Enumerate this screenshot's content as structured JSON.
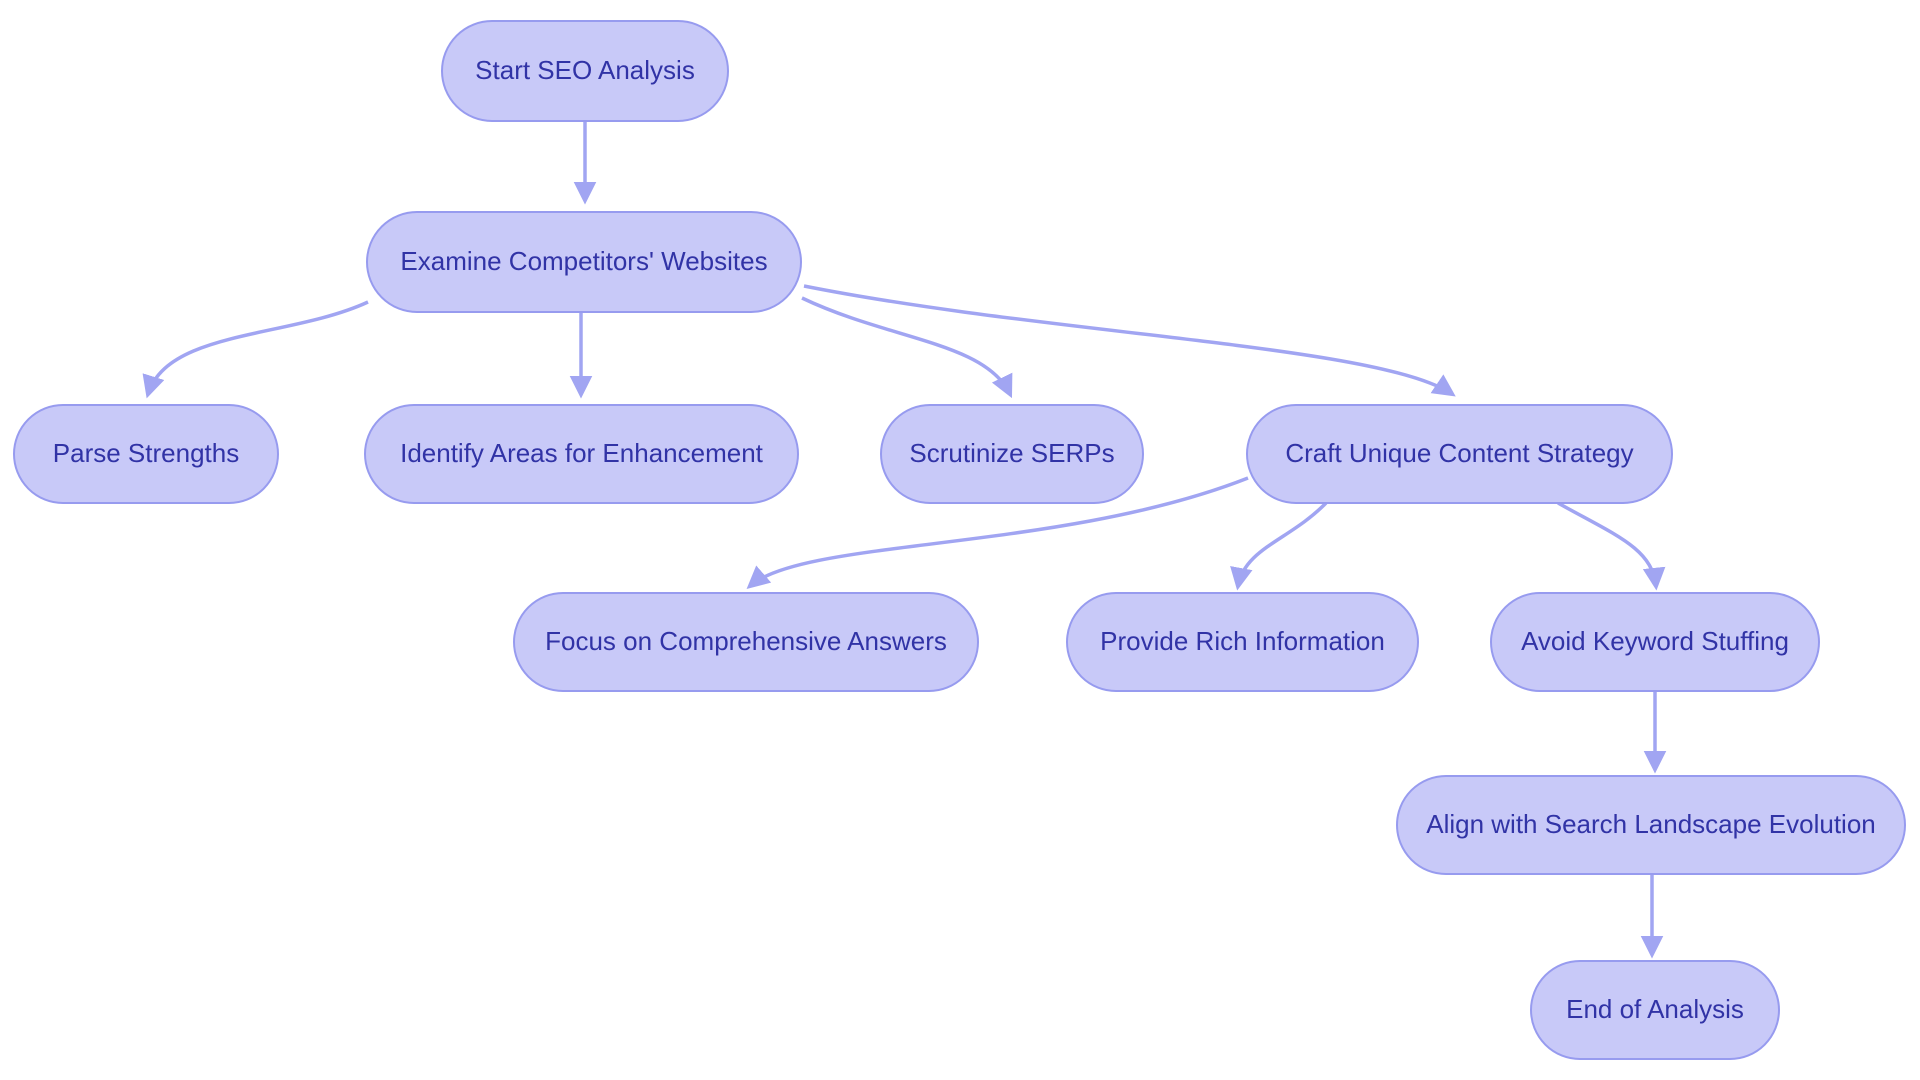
{
  "colors": {
    "background": "#ffffff",
    "node_fill": "#c8c9f8",
    "node_border": "#979bef",
    "node_text": "#3133a6",
    "edge": "#a1a5f2"
  },
  "nodes": {
    "start": {
      "label": "Start SEO Analysis"
    },
    "examine": {
      "label": "Examine Competitors' Websites"
    },
    "parse": {
      "label": "Parse Strengths"
    },
    "identify": {
      "label": "Identify Areas for Enhancement"
    },
    "scrutinize": {
      "label": "Scrutinize SERPs"
    },
    "craft": {
      "label": "Craft Unique Content Strategy"
    },
    "focus": {
      "label": "Focus on Comprehensive Answers"
    },
    "provide": {
      "label": "Provide Rich Information"
    },
    "avoid": {
      "label": "Avoid Keyword Stuffing"
    },
    "align": {
      "label": "Align with Search Landscape Evolution"
    },
    "end": {
      "label": "End of Analysis"
    }
  },
  "edges": [
    {
      "from": "start",
      "to": "examine"
    },
    {
      "from": "examine",
      "to": "parse"
    },
    {
      "from": "examine",
      "to": "identify"
    },
    {
      "from": "examine",
      "to": "scrutinize"
    },
    {
      "from": "examine",
      "to": "craft"
    },
    {
      "from": "craft",
      "to": "focus"
    },
    {
      "from": "craft",
      "to": "provide"
    },
    {
      "from": "craft",
      "to": "avoid"
    },
    {
      "from": "avoid",
      "to": "align"
    },
    {
      "from": "align",
      "to": "end"
    }
  ]
}
